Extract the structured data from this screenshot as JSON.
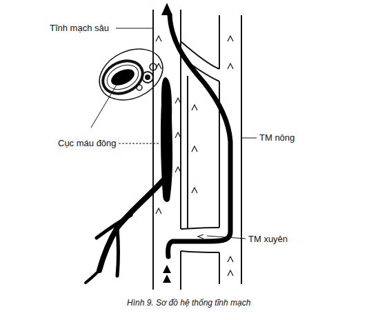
{
  "diagram": {
    "caption": "Hình 9. Sơ đồ hệ thống tĩnh mạch",
    "labels": [
      "Tĩnh mạch sâu",
      "Cục máu đông",
      "TM nông",
      "TM xuyên"
    ]
  }
}
